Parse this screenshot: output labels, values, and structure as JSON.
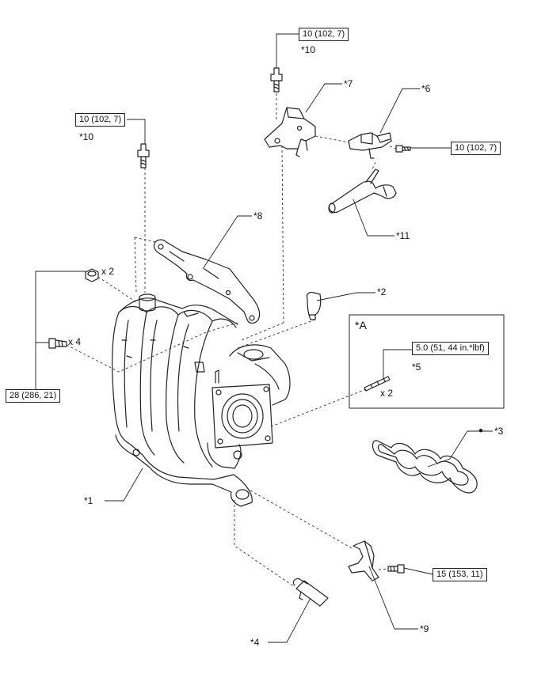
{
  "torque_specs": {
    "bolt_10_top": "10 (102, 7)",
    "bolt_10_left": "10 (102, 7)",
    "bolt_10_right": "10 (102, 7)",
    "bolt_28": "28 (286, 21)",
    "bolt_15": "15 (153, 11)",
    "stud_5": "5.0 (51, 44 in.*lbf)"
  },
  "callouts": {
    "c1": "*1",
    "c2": "*2",
    "c3": "*3",
    "c4": "*4",
    "c5": "*5",
    "c6": "*6",
    "c7": "*7",
    "c8": "*8",
    "c9": "*9",
    "c10_top": "*10",
    "c10_left": "*10",
    "c11": "*11"
  },
  "quantities": {
    "nut_qty": "x 2",
    "bolt_qty": "x 4",
    "stud_qty": "x 2"
  },
  "inset": {
    "title": "*A"
  },
  "marks": {
    "non_reusable_dot": "●"
  }
}
